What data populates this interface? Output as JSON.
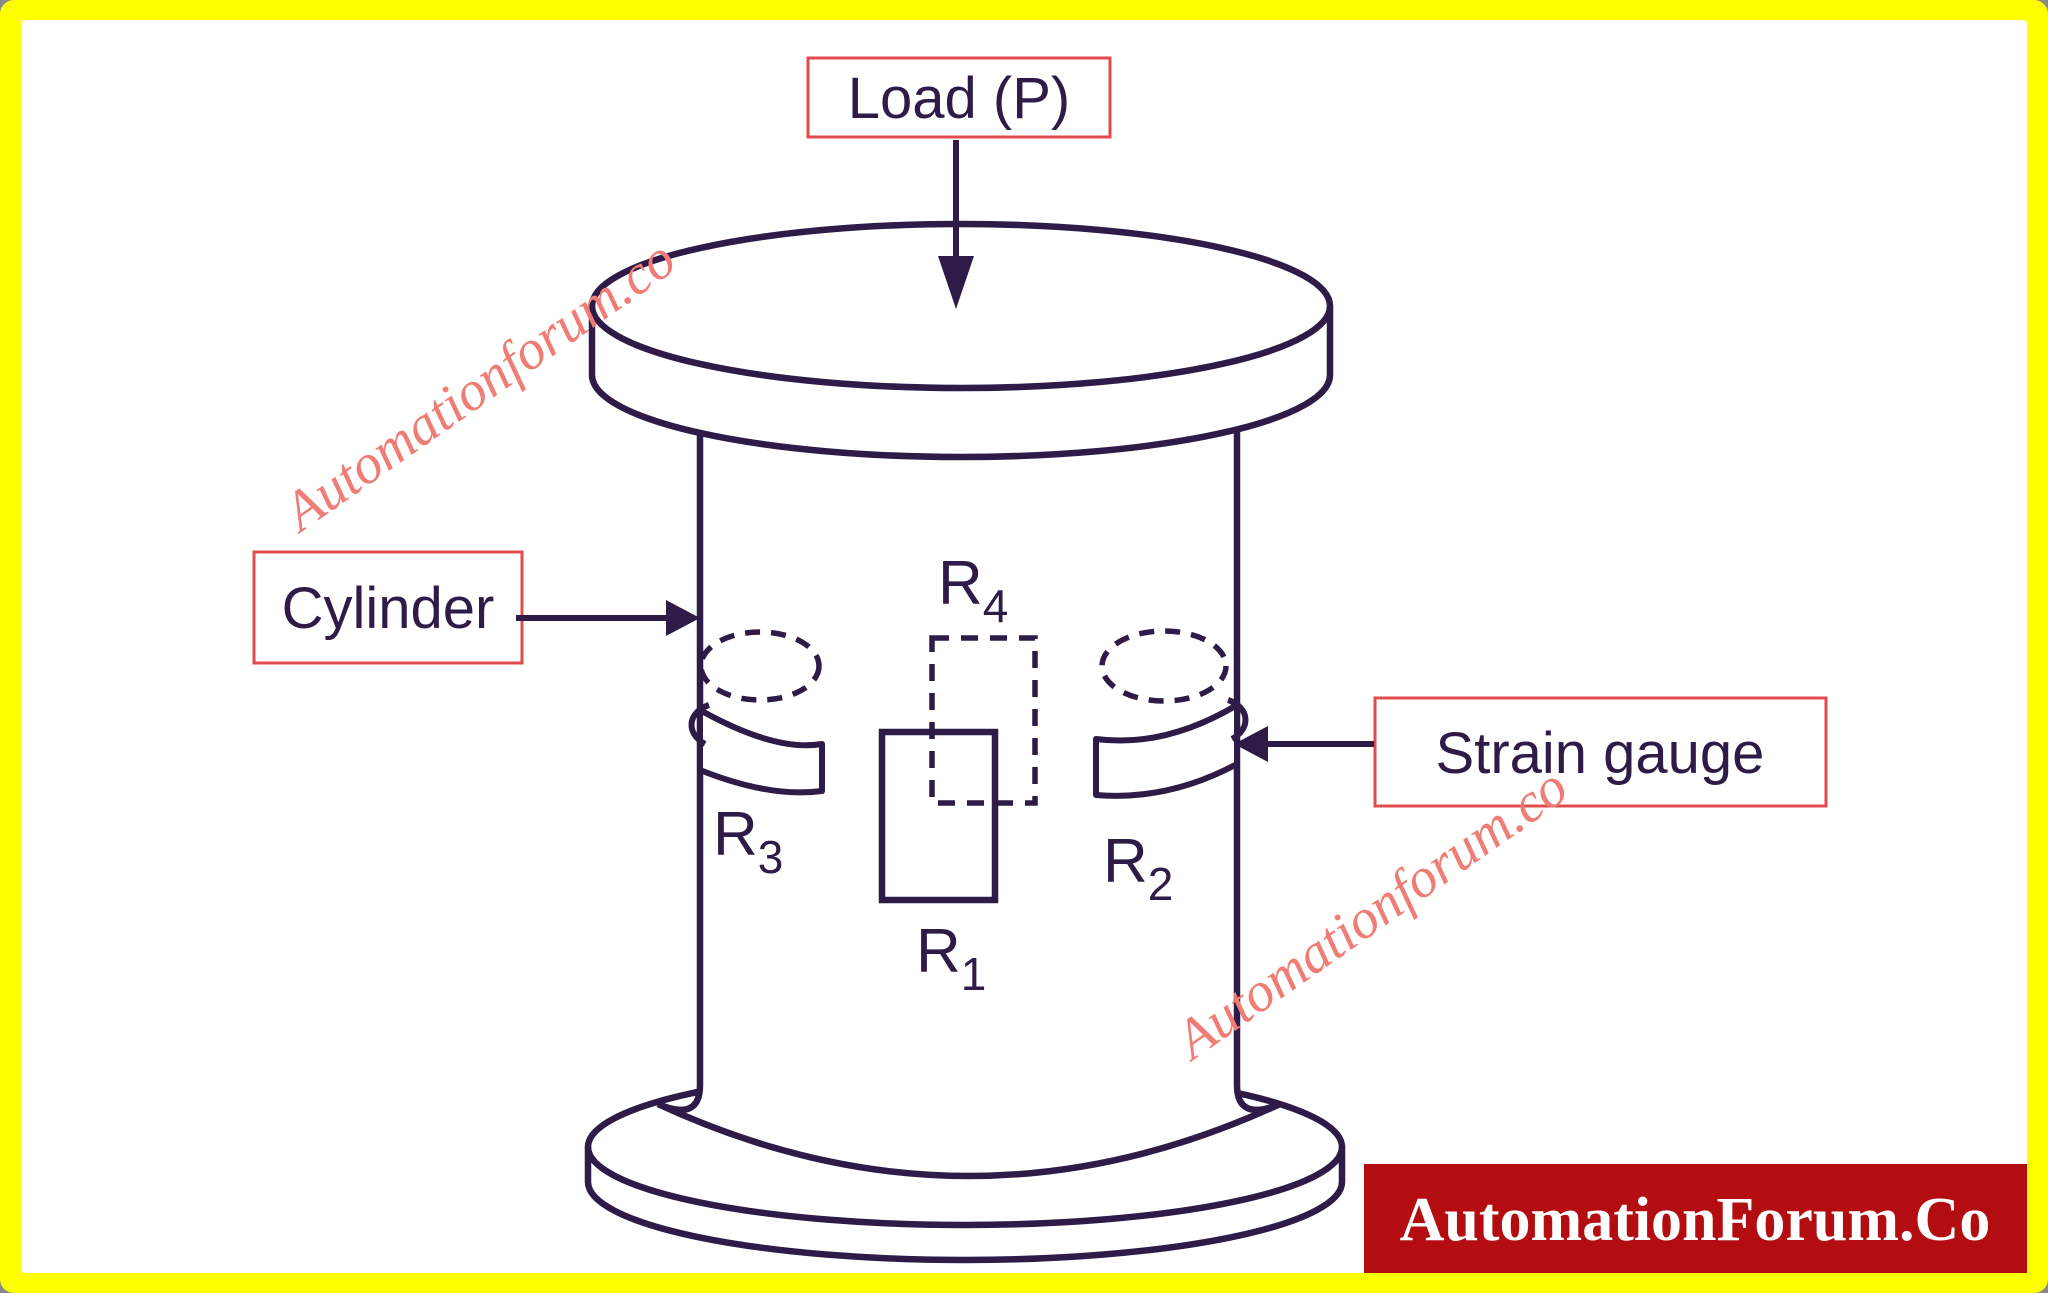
{
  "colors": {
    "frame": "#ffff00",
    "surface": "#ffffff",
    "ink": "#2e1b47",
    "label_border": "#e14b4b",
    "watermark": "#ef7d75",
    "logo_bg": "#b30d11",
    "logo_text": "#ffffff"
  },
  "labels": {
    "load": "Load (P)",
    "cylinder": "Cylinder",
    "strain_gauge": "Strain gauge"
  },
  "gauges": {
    "r1": {
      "base": "R",
      "sub": "1"
    },
    "r2": {
      "base": "R",
      "sub": "2"
    },
    "r3": {
      "base": "R",
      "sub": "3"
    },
    "r4": {
      "base": "R",
      "sub": "4"
    }
  },
  "watermark": {
    "text": "Automationforum.co"
  },
  "logo": {
    "text": "AutomationForum.Co"
  }
}
